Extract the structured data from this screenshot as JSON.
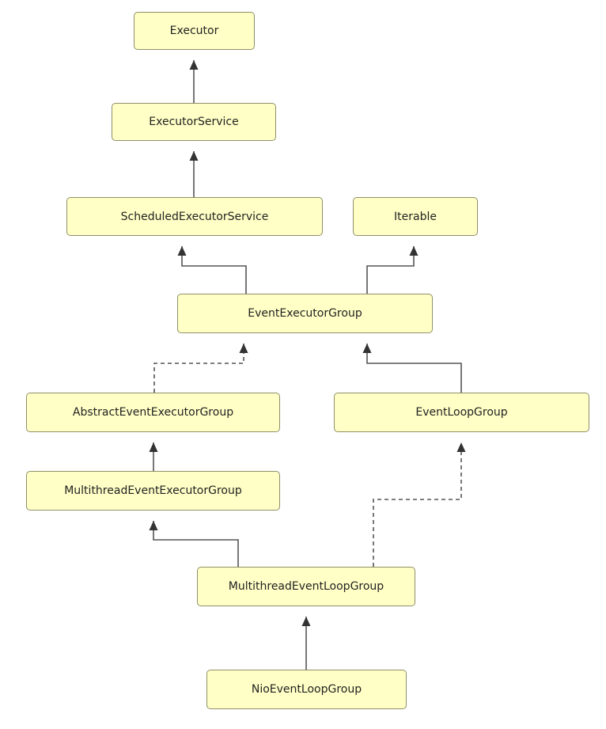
{
  "diagram": {
    "nodes": {
      "executor": "Executor",
      "executor_service": "ExecutorService",
      "scheduled_executor_service": "ScheduledExecutorService",
      "iterable": "Iterable",
      "event_executor_group": "EventExecutorGroup",
      "abstract_event_executor_group": "AbstractEventExecutorGroup",
      "event_loop_group": "EventLoopGroup",
      "multithread_event_executor_group": "MultithreadEventExecutorGroup",
      "multithread_event_loop_group": "MultithreadEventLoopGroup",
      "nio_event_loop_group": "NioEventLoopGroup"
    },
    "edges": [
      {
        "from": "executor_service",
        "to": "executor",
        "style": "solid"
      },
      {
        "from": "scheduled_executor_service",
        "to": "executor_service",
        "style": "solid"
      },
      {
        "from": "event_executor_group",
        "to": "scheduled_executor_service",
        "style": "solid"
      },
      {
        "from": "event_executor_group",
        "to": "iterable",
        "style": "solid"
      },
      {
        "from": "abstract_event_executor_group",
        "to": "event_executor_group",
        "style": "dashed"
      },
      {
        "from": "event_loop_group",
        "to": "event_executor_group",
        "style": "solid"
      },
      {
        "from": "multithread_event_executor_group",
        "to": "abstract_event_executor_group",
        "style": "solid"
      },
      {
        "from": "multithread_event_loop_group",
        "to": "multithread_event_executor_group",
        "style": "solid"
      },
      {
        "from": "multithread_event_loop_group",
        "to": "event_loop_group",
        "style": "dashed"
      },
      {
        "from": "nio_event_loop_group",
        "to": "multithread_event_loop_group",
        "style": "solid"
      }
    ],
    "colors": {
      "node_fill": "#ffffc6",
      "node_border": "#8f8f6a",
      "edge": "#555555",
      "arrowhead": "#333333"
    }
  }
}
